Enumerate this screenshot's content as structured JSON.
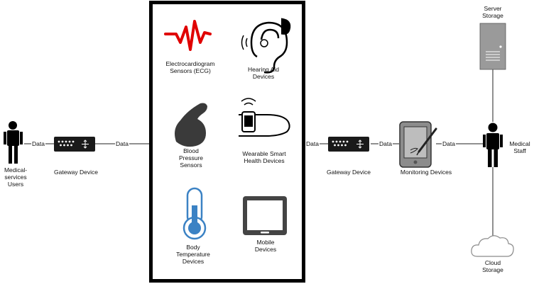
{
  "nodes": {
    "users": {
      "label": [
        "Medical-",
        "services",
        "Users"
      ],
      "icon": "person-icon"
    },
    "gateway_left": {
      "label": [
        "Gateway Device"
      ],
      "icon": "router-icon"
    },
    "gateway_right": {
      "label": [
        "Gateway Device"
      ],
      "icon": "router-icon"
    },
    "monitoring": {
      "label": [
        "Monitoring Devices"
      ],
      "icon": "tablet-stylus-icon"
    },
    "staff": {
      "label": [
        "Medical",
        "Staff"
      ],
      "icon": "person-icon"
    },
    "server": {
      "label": [
        "Server",
        "Storage"
      ],
      "icon": "server-icon"
    },
    "cloud": {
      "label": [
        "Cloud",
        "Storage"
      ],
      "icon": "cloud-icon"
    }
  },
  "devices": {
    "ecg": {
      "label": [
        "Electrocardiogram",
        "Sensors (ECG)"
      ],
      "icon": "ecg-wave-icon",
      "color": "#e00000"
    },
    "hearing": {
      "label": [
        "Hearing Aid",
        "Devices"
      ],
      "icon": "hearing-aid-icon"
    },
    "bp": {
      "label": [
        "Blood",
        "Pressure",
        "Sensors"
      ],
      "icon": "flexed-arm-icon"
    },
    "wearable": {
      "label": [
        "Wearable Smart",
        "Health Devices"
      ],
      "icon": "smartwatch-icon"
    },
    "temp": {
      "label": [
        "Body",
        "Temperature",
        "Devices"
      ],
      "icon": "thermometer-icon",
      "color": "#3b82c4"
    },
    "mobile": {
      "label": [
        "Mobile",
        "Devices"
      ],
      "icon": "mobile-tablet-icon"
    }
  },
  "edges": {
    "users_gateway": "Data",
    "gateway_devices": "Data",
    "devices_gateway": "Data",
    "gateway_monitoring": "Data",
    "monitoring_staff": "Data"
  },
  "colors": {
    "line": "#222222",
    "frame": "#000000",
    "server": "#9a9a9a",
    "router": "#1a1a1a"
  }
}
